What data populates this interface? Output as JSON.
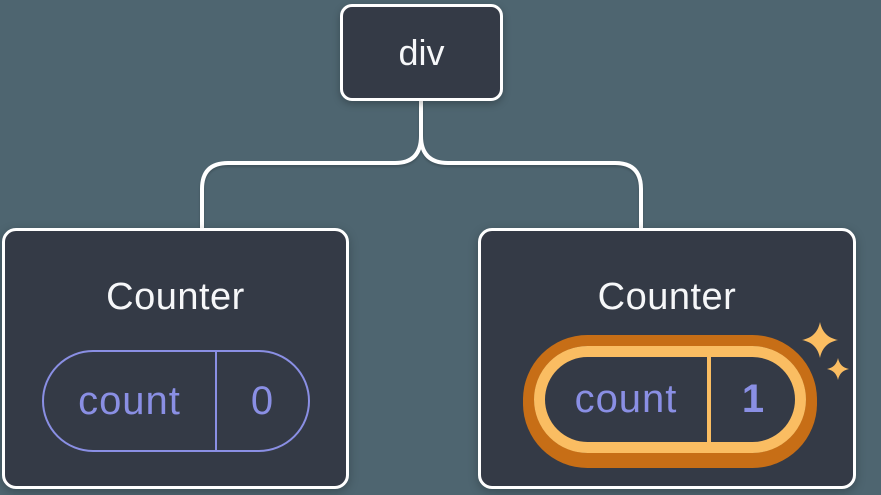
{
  "diagram": {
    "root": {
      "label": "div"
    },
    "children": [
      {
        "title": "Counter",
        "state": {
          "key": "count",
          "value": "0"
        },
        "highlighted": false
      },
      {
        "title": "Counter",
        "state": {
          "key": "count",
          "value": "1"
        },
        "highlighted": true
      }
    ]
  },
  "icons": {
    "highlight_badges": [
      "sparkle-icon-large",
      "sparkle-icon-small"
    ]
  },
  "colors": {
    "background": "#4E6570",
    "card_bg": "#343A46",
    "card_border": "#FFFFFF",
    "connector": "#FFFFFF",
    "text_primary": "#F6F7F9",
    "accent_purple": "#8A8FE4",
    "highlight_outer": "#C76E16",
    "highlight_inner": "#FABD62"
  }
}
